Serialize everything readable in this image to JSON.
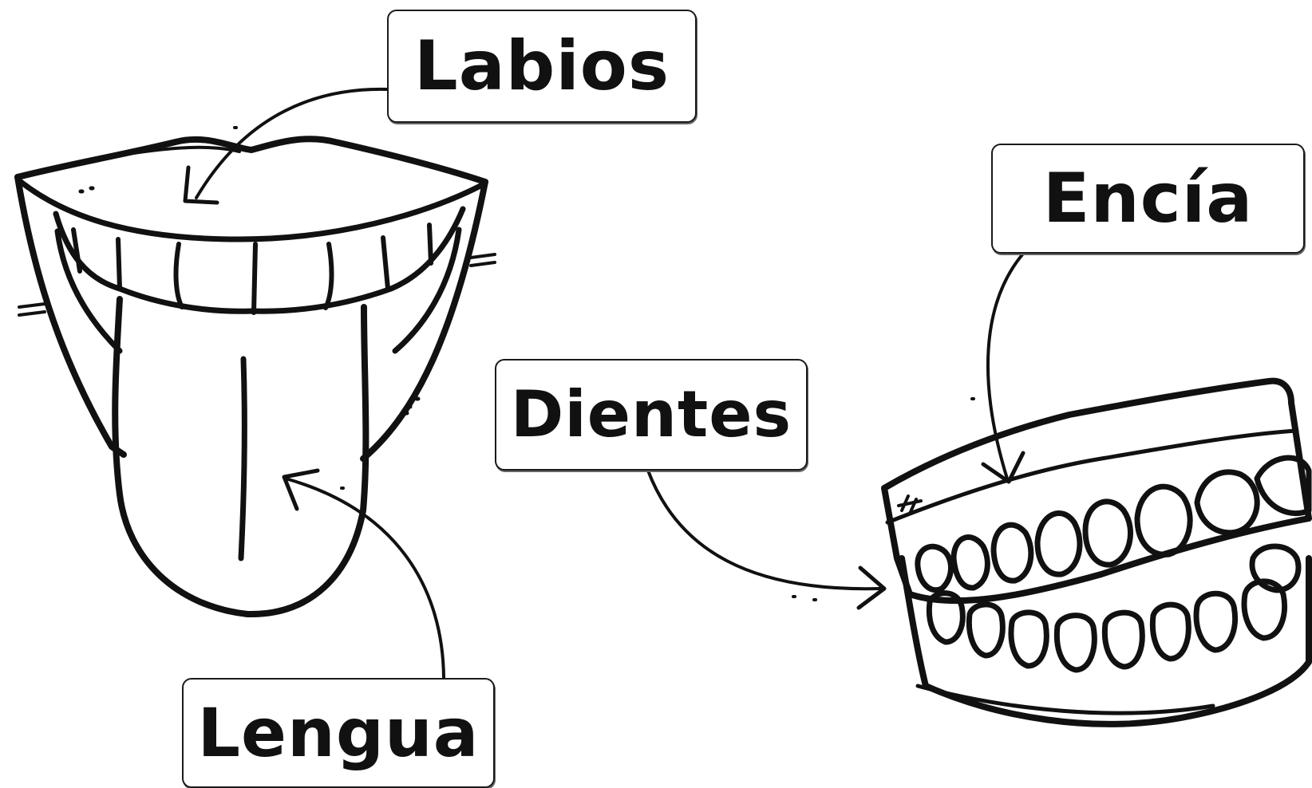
{
  "labels": {
    "labios": "Labios",
    "encia": "Encía",
    "dientes": "Dientes",
    "lengua": "Lengua"
  },
  "icons": {
    "mouth": "open-mouth-with-tongue-illustration",
    "teeth": "denture-teeth-illustration"
  },
  "colors": {
    "ink": "#111111",
    "background": "#ffffff"
  }
}
